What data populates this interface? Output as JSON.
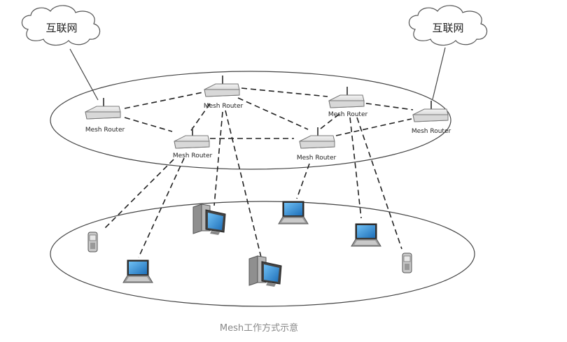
{
  "clouds": [
    {
      "label": "互联网"
    },
    {
      "label": "互联网"
    }
  ],
  "routers": [
    {
      "label": "Mesh Router"
    },
    {
      "label": "Mesh Router"
    },
    {
      "label": "Mesh Router"
    },
    {
      "label": "Mesh Router"
    },
    {
      "label": "Mesh Router"
    },
    {
      "label": "Mesh Router"
    }
  ],
  "caption": "Mesh工作方式示意",
  "colors": {
    "screen": "#2a8ad4",
    "dashed": "#222222",
    "line": "#444444"
  }
}
